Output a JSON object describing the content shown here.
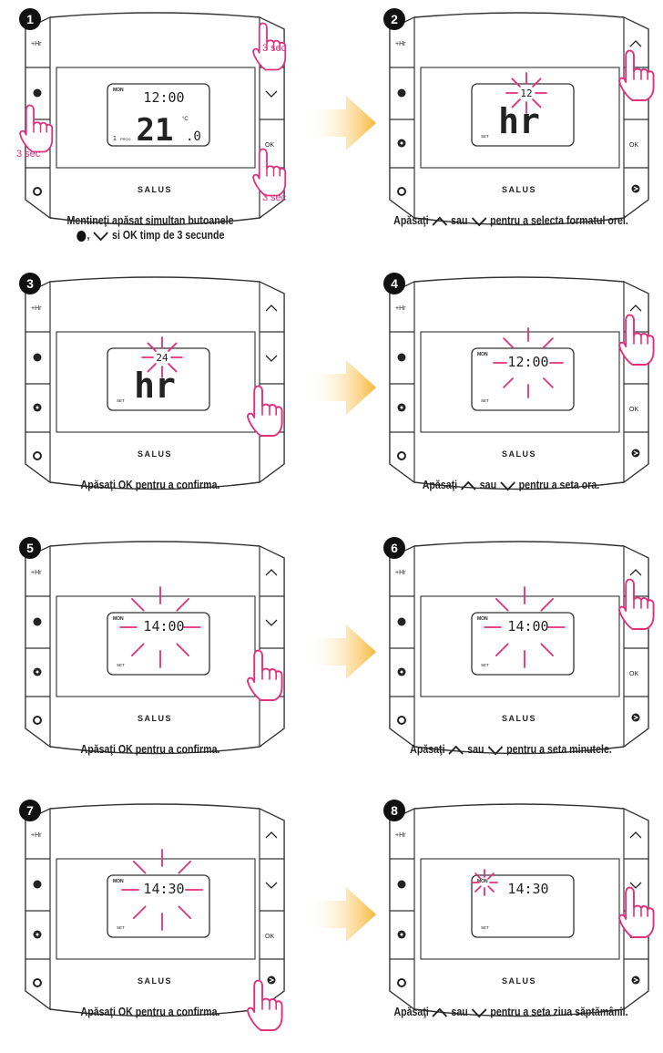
{
  "brand": "SALUS",
  "accent_color": "#e0307f",
  "arrow_color": "#f6b83a",
  "steps": [
    {
      "left": {
        "number": "1",
        "icon": "press-3sec-triple",
        "display": {
          "day": "MON",
          "time": "12:00",
          "temp": "21",
          "temp_dec": ".0",
          "unit": "°C",
          "prog": "PROG",
          "index": "1"
        },
        "press_labels": [
          "3 sec",
          "3 sec",
          "3 sec"
        ],
        "caption_parts": [
          "Mentineţi apăsat simultan butoanele",
          "si OK timp de 3 secunde"
        ]
      },
      "right": {
        "number": "2",
        "display": {
          "small": "12",
          "big": "hr",
          "set": "SET"
        },
        "caption_parts": [
          "Apăsaţi",
          "sau",
          "pentru a selecta formatul orei."
        ]
      }
    },
    {
      "left": {
        "number": "3",
        "display": {
          "small": "24",
          "big": "hr",
          "set": "SET"
        },
        "caption": "Apăsaţi OK pentru a confirma."
      },
      "right": {
        "number": "4",
        "display": {
          "day": "MON",
          "time": "12:00",
          "set": "SET"
        },
        "caption_parts": [
          "Apăsaţi",
          "sau",
          "pentru a seta ora."
        ]
      }
    },
    {
      "left": {
        "number": "5",
        "display": {
          "day": "MON",
          "time": "14:00",
          "set": "SET"
        },
        "caption": "Apăsaţi OK pentru a confirma."
      },
      "right": {
        "number": "6",
        "display": {
          "day": "MON",
          "time": "14:00",
          "set": "SET"
        },
        "caption_parts": [
          "Apăsaţi",
          "sau",
          "pentru a seta minutele."
        ]
      }
    },
    {
      "left": {
        "number": "7",
        "display": {
          "day": "MON",
          "time": "14:30",
          "set": "SET"
        },
        "caption": "Apăsaţi OK pentru a confirma."
      },
      "right": {
        "number": "8",
        "display": {
          "day": "MON",
          "time": "14:30",
          "set": "SET"
        },
        "caption_parts": [
          "Apăsaţi",
          "sau",
          "pentru a seta ziua săptămânii."
        ]
      }
    }
  ],
  "buttons": {
    "hr": "+Hr",
    "ok": "OK"
  }
}
